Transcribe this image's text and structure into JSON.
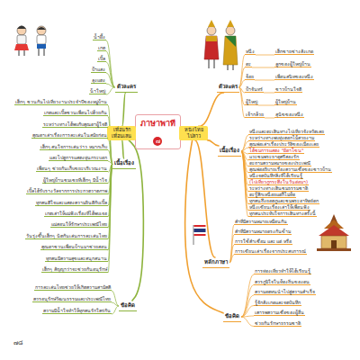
{
  "diagram": {
    "nodes": [
      {
        "text": [
          "ภาษาพาที",
          "๗"
        ]
      },
      {
        "text": [
          "เพื่อนรัก เพื่อนเล่น"
        ]
      },
      {
        "text": [
          "หนังไทย ไปลาว"
        ]
      },
      {
        "text": [
          "ตัวละคร"
        ]
      },
      {
        "text": [
          "เนื้อเรื่อง"
        ]
      },
      {
        "text": [
          "ข้อคิด"
        ]
      },
      {
        "text": [
          "ตัวละคร"
        ]
      },
      {
        "text": [
          "เนื้อเรื่อง"
        ]
      },
      {
        "text": [
          "หลักภาษา"
        ]
      },
      {
        "text": [
          "ข้อคิด"
        ]
      }
    ],
    "edges": [
      {
        "from": 0,
        "to": 1,
        "arrow": "none"
      },
      {
        "from": 0,
        "to": 2,
        "arrow": "none"
      },
      {
        "from": 1,
        "to": 3,
        "arrow": "none"
      },
      {
        "from": 1,
        "to": 4,
        "arrow": "none"
      },
      {
        "from": 1,
        "to": 5,
        "arrow": "none"
      },
      {
        "from": 2,
        "to": 6,
        "arrow": "none"
      },
      {
        "from": 2,
        "to": 7,
        "arrow": "none"
      },
      {
        "from": 2,
        "to": 8,
        "arrow": "none"
      },
      {
        "from": 2,
        "to": 9,
        "arrow": "none"
      }
    ],
    "labels": [
      "น้ำผึ้ง",
      "เกด",
      "เปิ้ล",
      "ป้าแสง",
      "ลุงแดง",
      "น้าใหญ่",
      "เด็กๆ ชวนกันไปเที่ยวงานประจำปีของหมู่บ้าน",
      "เกดและเปิ้ลชวนเพื่อนไปด้วยกัน",
      "ระหว่างทางได้พบกับคุณตาผู้ใจดี",
      "คุณตาเล่าเรื่องการละเล่นในสมัยก่อน",
      "เด็กๆ สนใจการเล่นว่าว หมากเก็บ",
      "และไปดูการแสดงหุ่นกระบอก",
      "เพื่อนๆ ช่วยกันเก็บขยะบริเวณงาน",
      "ผู้ใหญ่บ้านชมเชยที่เด็กๆ มีน้ำใจ",
      "เปิ้ลได้รับรางวัลจากการประกวดวาดภาพ",
      "ทุกคนดีใจและแสดงความยินดีกับเปิ้ล",
      "เกดเล่าให้แม่ฟังเรื่องที่ได้พบเจอ",
      "แม่สอนให้รักษาประเพณีไทย",
      "วันรุ่งขึ้นเด็กๆ นัดกันเล่นการละเล่นไทย",
      "คุณตาชวนเพื่อนบ้านมาช่วยสอน",
      "ทุกคนมีความสุขและสนุกสนาน",
      "เด็กๆ สัญญาว่าจะช่วยกันอนุรักษ์",
      "การละเล่นไทยช่วยให้เกิดความสามัคคี",
      "ควรอนุรักษ์วัฒนธรรมและประเพณีไทย",
      "ความมีน้ำใจทำให้ทุกคนรักใคร่กัน",
      "หนึ่ง",
      "ตะ",
      "จ้อย",
      "ป้าจันทร์",
      "ผู้ใหญ่",
      "เจ้ากล้วย",
      "เด็กชายช่างสังเกต",
      "ลูกของผู้ใหญ่บ้าน",
      "เพื่อนสนิทของหนึ่ง",
      "ชาวบ้านใจดี",
      "ผู้ใหญ่บ้าน",
      "สุนัขของหนึ่ง",
      "หนึ่งและตะเดินทางไปเที่ยวจังหวัดเลย",
      "ระหว่างทางพบทุ่งดอกไม้สวยงาม",
      "คุณพ่อเล่าเรื่องประวัติของเมืองเลย",
      "ได้ชมการแสดง \"ผีตาโขน\"",
      "แวะชมพระธาตุศรีสองรัก",
      "ตะถามความหมายของประเพณี",
      "คุณพ่ออธิบายเรื่องความเชื่อของชาวบ้าน",
      "หนึ่งจดบันทึกสิ่งที่ได้เรียนรู้",
      "(ไปเที่ยวภูกระดึงในวันต่อมา)",
      "ระหว่างทางเดินชมธรรมชาติ",
      "ตะรู้สึกเหนื่อยแต่ก็ไม่ท้อ",
      "ทุกคนถึงยอดภูและชมพระอาทิตย์ตก",
      "หนึ่งเขียนเรื่องเล่าให้เพื่อนฟัง",
      "ทุกคนประทับใจการเดินทางครั้งนี้",
      "คำที่มีความหมายเหมือนกัน",
      "คำที่มีความหมายตรงกันข้าม",
      "การใช้คำเชื่อม และ แต่ หรือ",
      "การเขียนเล่าเรื่องจากประสบการณ์",
      "การท่องเที่ยวทำให้ได้เรียนรู้",
      "ควรภูมิใจในท้องถิ่นของตน",
      "ความอดทนนำไปสู่ความสำเร็จ",
      "รู้จักสังเกตและจดบันทึก",
      "เคารพความเชื่อของผู้อื่น",
      "ช่วยกันรักษาธรรมชาติ",
      "๗๘"
    ]
  }
}
